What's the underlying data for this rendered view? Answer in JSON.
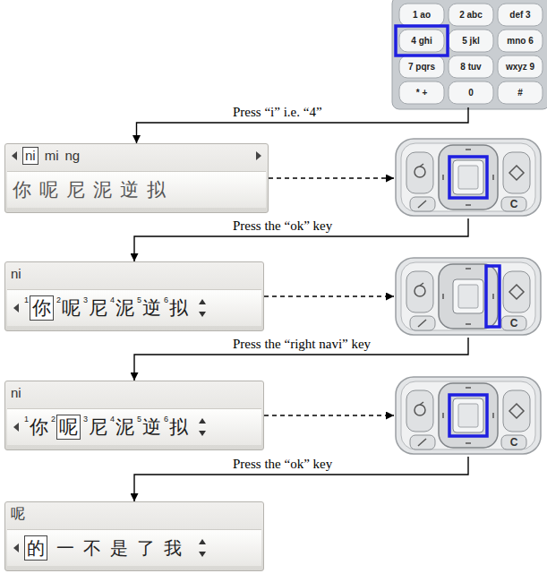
{
  "diagram": {
    "nodes": [
      {
        "text": [
          "1 ao",
          "2 abc",
          "def 3",
          "4 ghi",
          "5 jkl",
          "mno 6",
          "7 pqrs",
          "8 tuv",
          "wxyz 9",
          "* +",
          "0",
          "#"
        ]
      },
      {
        "text": [
          "ni",
          "mi",
          "ng",
          "你",
          "呢",
          "尼",
          "泥",
          "逆",
          "拟"
        ]
      },
      {
        "text": [
          "C"
        ]
      },
      {
        "text": [
          "ni",
          "1",
          "你",
          "2",
          "呢",
          "3",
          "尼",
          "4",
          "泥",
          "5",
          "逆",
          "6",
          "拟"
        ]
      },
      {
        "text": [
          "C"
        ]
      },
      {
        "text": [
          "ni",
          "1",
          "你",
          "2",
          "呢",
          "3",
          "尼",
          "4",
          "泥",
          "5",
          "逆",
          "6",
          "拟"
        ]
      },
      {
        "text": [
          "C"
        ]
      },
      {
        "text": [
          "呢",
          "的",
          "一",
          "不",
          "是",
          "了",
          "我"
        ]
      }
    ],
    "edges": [
      {
        "from": 0,
        "to": 1,
        "arrow": "to",
        "label": "Press “i” i.e. “4”"
      },
      {
        "from": 1,
        "to": 2,
        "arrow": "to"
      },
      {
        "from": 2,
        "to": 3,
        "arrow": "to",
        "label": "Press the “ok” key"
      },
      {
        "from": 3,
        "to": 4,
        "arrow": "to"
      },
      {
        "from": 4,
        "to": 5,
        "arrow": "to",
        "label": "Press the “right navi” key"
      },
      {
        "from": 5,
        "to": 6,
        "arrow": "to"
      },
      {
        "from": 6,
        "to": 7,
        "arrow": "to",
        "label": "Press the “ok” key"
      }
    ]
  }
}
